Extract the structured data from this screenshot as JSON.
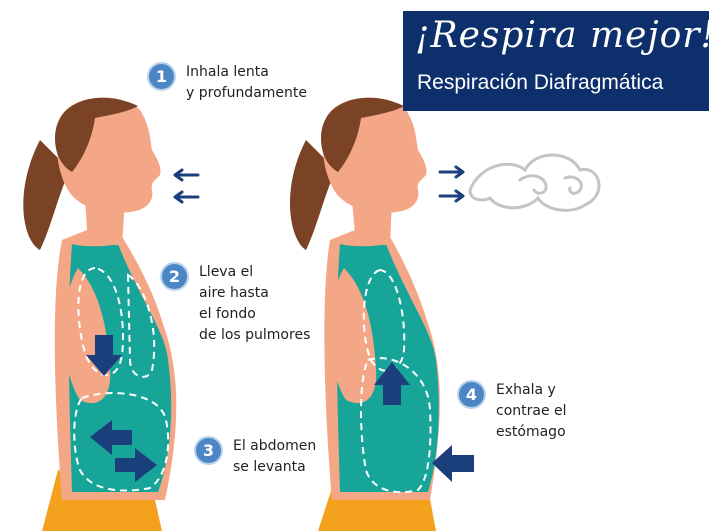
{
  "banner": {
    "title": "¡Respira mejor!",
    "subtitle": "Respiración Diafragmática"
  },
  "steps": [
    {
      "number": "1",
      "text": "Inhala lenta\ny profundamente"
    },
    {
      "number": "2",
      "text": "Lleva el\naire hasta\nel fondo\nde los pulmores"
    },
    {
      "number": "3",
      "text": "El abdomen\nse levanta"
    },
    {
      "number": "4",
      "text": "Exhala y\ncontrae el\nestómago"
    }
  ],
  "colors": {
    "banner": "#0d2f6b",
    "badge": "#4d86c5",
    "skin": "#f4a787",
    "hair": "#7a4326",
    "shirt": "#17a59a",
    "pants": "#f4a21e",
    "arrow": "#1b3f7a"
  }
}
